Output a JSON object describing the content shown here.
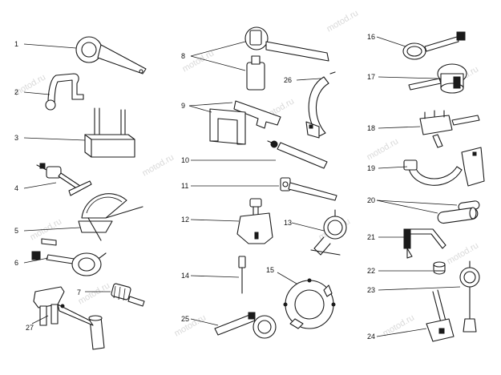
{
  "watermark": "motod.ru",
  "callouts": [
    "1",
    "2",
    "3",
    "4",
    "5",
    "6",
    "7",
    "8",
    "9",
    "10",
    "11",
    "12",
    "13",
    "14",
    "15",
    "16",
    "17",
    "18",
    "19",
    "20",
    "21",
    "22",
    "23",
    "24",
    "25",
    "26",
    "27"
  ]
}
